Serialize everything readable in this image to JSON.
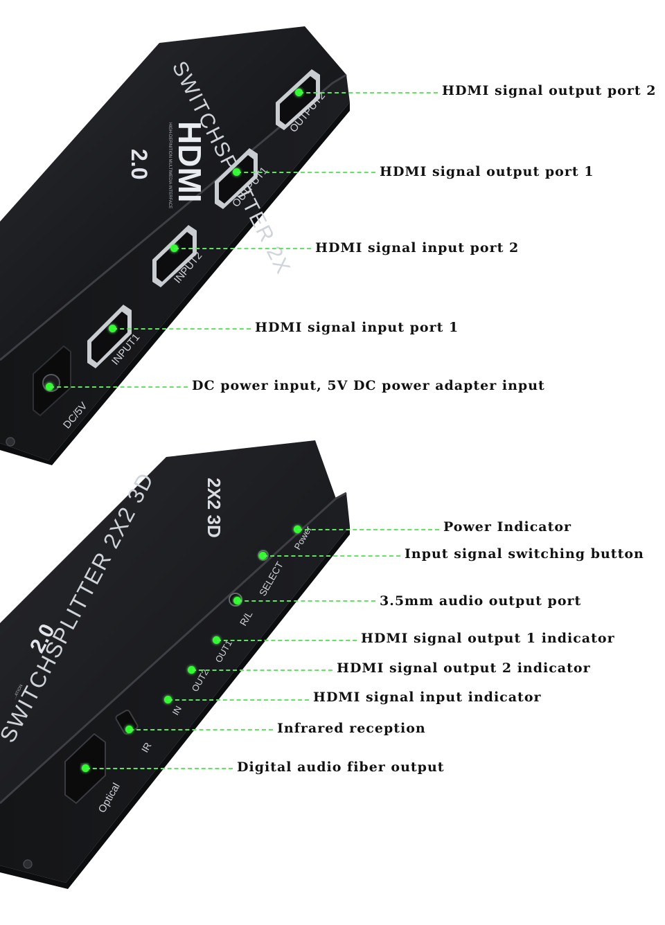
{
  "device_top": {
    "brand_text": "HDMI",
    "brand_subtext": "HIGH-DEFINITION MULTIMEDIA INTERFACE",
    "product_name": "SWITCHSPLITTER 2X",
    "version": "2.0",
    "ports": {
      "output2": "OUTPUT2",
      "output1": "OUTPUT1",
      "input2": "INPUT2",
      "input1": "INPUT1",
      "dc": "DC/5V"
    }
  },
  "device_bottom": {
    "product_name": "SWITCHSPLITTER 2X2 3D",
    "version": "2.0",
    "brand_fragment": "...ATION",
    "labels": {
      "power": "Power",
      "select": "SELECT",
      "rl": "R/L",
      "out1": "OUT1",
      "out2": "OUT2",
      "in": "IN",
      "ir": "IR",
      "optical": "Optical"
    }
  },
  "callouts": {
    "output2": "HDMI signal output port 2",
    "output1": "HDMI signal output port 1",
    "input2": "HDMI signal input port 2",
    "input1": "HDMI signal input port 1",
    "dc_power": "DC power input, 5V DC power adapter input",
    "power_indicator": "Power Indicator",
    "select_button": "Input signal switching button",
    "audio_out": "3.5mm audio output port",
    "out1_indicator": "HDMI signal output 1 indicator",
    "out2_indicator": "HDMI signal output 2 indicator",
    "input_indicator": "HDMI signal input indicator",
    "ir": "Infrared reception",
    "optical": "Digital audio fiber output"
  },
  "colors": {
    "accent_green": "#2dff2d",
    "device_body": "#1b1c1f",
    "device_edge": "#2c2d31",
    "label_text": "#111111",
    "silk_text": "#cfd3da"
  }
}
